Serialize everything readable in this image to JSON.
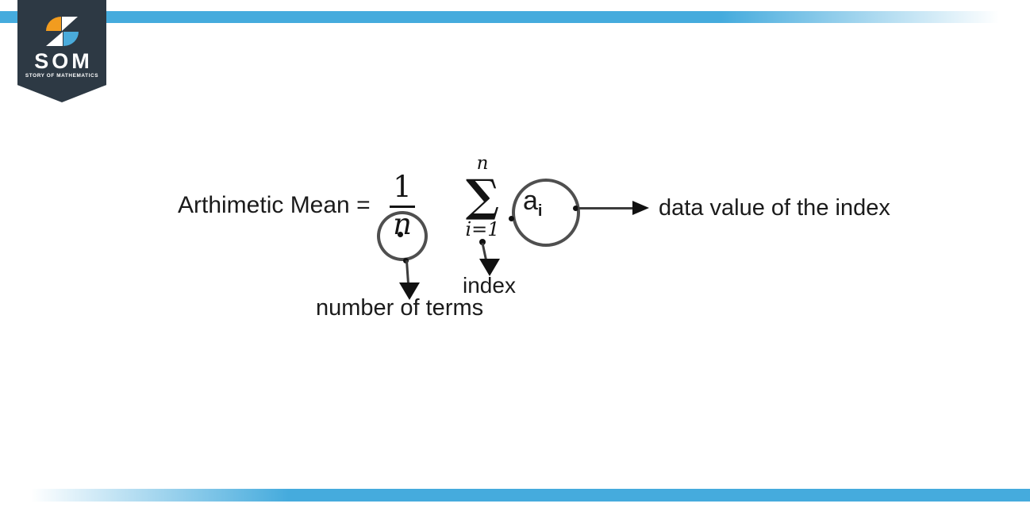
{
  "colors": {
    "bar_blue": "#45abdd",
    "banner_navy": "#2d3944",
    "logo_orange": "#f29c1f",
    "logo_blue": "#4aabdb",
    "ink": "#1b1b1b",
    "circle_gray": "#4f4f4f"
  },
  "logo": {
    "title": "SOM",
    "subtitle": "STORY OF MATHEMATICS"
  },
  "formula": {
    "lhs": "Arthimetic Mean =",
    "numerator": "1",
    "denominator": "n",
    "sigma_upper": "n",
    "sigma": "∑",
    "sigma_lower": "i=1",
    "term_base": "a",
    "term_subscript": "i"
  },
  "annotations": {
    "denominator_label": "number of terms",
    "index_label": "index",
    "data_value_label": "data value of the index"
  }
}
